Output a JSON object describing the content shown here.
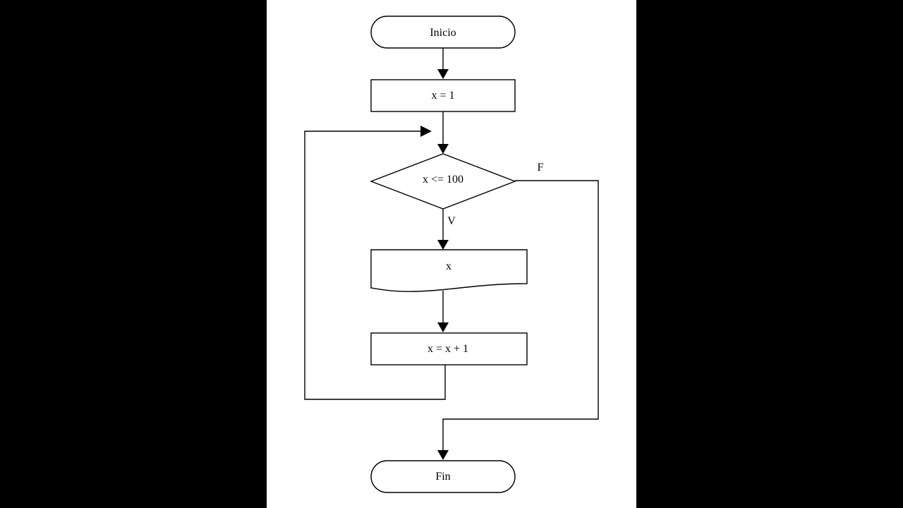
{
  "diagram": {
    "type": "flowchart",
    "nodes": {
      "start": {
        "shape": "terminal",
        "label": "Inicio"
      },
      "init": {
        "shape": "process",
        "label": "x = 1"
      },
      "condition": {
        "shape": "decision",
        "label": "x <= 100"
      },
      "output": {
        "shape": "document",
        "label": "x"
      },
      "increment": {
        "shape": "process",
        "label": "x = x + 1"
      },
      "end": {
        "shape": "terminal",
        "label": "Fin"
      }
    },
    "edges": [
      {
        "from": "start",
        "to": "init",
        "label": ""
      },
      {
        "from": "init",
        "to": "condition",
        "label": ""
      },
      {
        "from": "condition",
        "to": "output",
        "label": "V"
      },
      {
        "from": "output",
        "to": "increment",
        "label": ""
      },
      {
        "from": "increment",
        "to": "condition",
        "label": ""
      },
      {
        "from": "condition",
        "to": "end",
        "label": "F"
      }
    ],
    "colors": {
      "background": "#ffffff",
      "frame": "#000000",
      "stroke": "#000000"
    }
  }
}
